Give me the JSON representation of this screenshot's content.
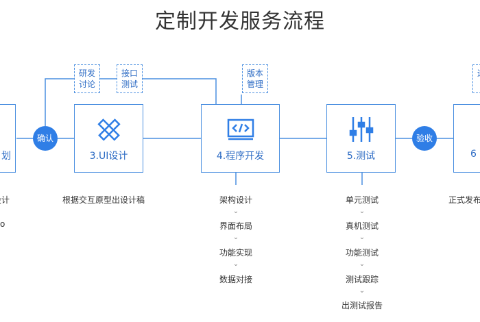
{
  "title": "定制开发服务流程",
  "nodes": {
    "left_cut": "划",
    "ui": "3.UI设计",
    "program": "4.程序开发",
    "test": "5.测试",
    "right_cut": "6"
  },
  "notes": {
    "research": "研发讨论",
    "interface": "接口测试",
    "version": "版本管理",
    "right_cut": "运布"
  },
  "connectors": {
    "confirm": "确认",
    "accept": "验收"
  },
  "details": {
    "left_cut": [
      "设计",
      "o"
    ],
    "ui": "根据交互原型出设计稿",
    "program": [
      "架构设计",
      "界面布局",
      "功能实现",
      "数据对接"
    ],
    "test": [
      "单元测试",
      "真机测试",
      "功能测试",
      "测试跟踪",
      "出测试报告"
    ],
    "right_cut": "正式发布"
  },
  "colors": {
    "accent": "#2f7ee6",
    "line": "#4a8fe0",
    "label": "#2c6bc4"
  }
}
